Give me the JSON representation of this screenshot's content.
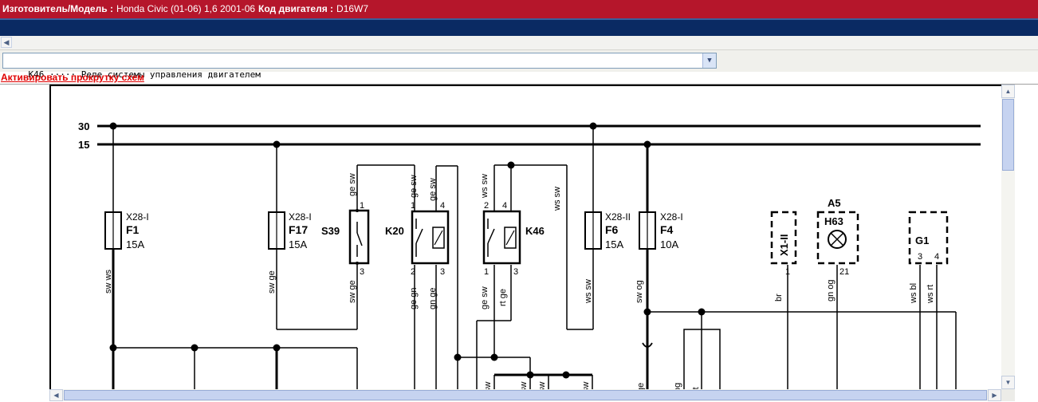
{
  "header": {
    "maker_label": "Изготовитель/Модель :",
    "maker_value": "Honda Civic (01-06) 1,6 2001-06",
    "engine_label": "Код двигателя :",
    "engine_value": "D16W7"
  },
  "selector": {
    "value": "K46 ····· Реле системы управления двигателем"
  },
  "scroll_link": "Активировать прокрутку схем",
  "icons": {
    "left": "chevron-left-icon",
    "down": "chevron-down-icon",
    "up": "chevron-up-icon",
    "right": "chevron-right-icon"
  },
  "colors": {
    "header_bg": "#b5162b",
    "nav_bg": "#0a2a63",
    "link": "#e00000"
  },
  "diagram": {
    "rails": [
      "30",
      "15"
    ],
    "fuses": [
      {
        "conn": "X28-I",
        "name": "F1",
        "rating": "15A",
        "wire": "sw ws"
      },
      {
        "conn": "X28-I",
        "name": "F17",
        "rating": "15A",
        "wire": "sw ge"
      },
      {
        "conn": "X28-II",
        "name": "F6",
        "rating": "15A",
        "wire": "ws sw"
      },
      {
        "conn": "X28-I",
        "name": "F4",
        "rating": "10A",
        "wire": "sw og"
      }
    ],
    "switch_s39": {
      "name": "S39",
      "pin_top": "1",
      "pin_bot": "3",
      "wire_top": "ge sw",
      "wire_bot": "sw ge"
    },
    "relay_k20": {
      "name": "K20",
      "pins": [
        "1",
        "4",
        "2",
        "3"
      ],
      "wires_top": [
        "ge sw",
        "ge sw"
      ],
      "wires_bot": [
        "ge gn",
        "gn ge"
      ]
    },
    "relay_k46": {
      "name": "K46",
      "pins": [
        "2",
        "4",
        "1",
        "3"
      ],
      "wires_top": [
        "ws sw",
        "ws sw"
      ],
      "wires_bot": [
        "ge sw",
        "rt ge"
      ]
    },
    "connector_x1": {
      "name": "X1-II",
      "pin": "1",
      "wire": "br"
    },
    "lamp": {
      "group": "A5",
      "name": "H63",
      "pin": "21",
      "wire": "gn og"
    },
    "module_g1": {
      "name": "G1",
      "pins": [
        "3",
        "4"
      ],
      "wires": [
        "ws bl",
        "ws rt"
      ]
    },
    "bottom_wires": [
      "sw",
      "sw",
      "sw",
      "sw",
      "ge",
      "og",
      "rt"
    ]
  }
}
